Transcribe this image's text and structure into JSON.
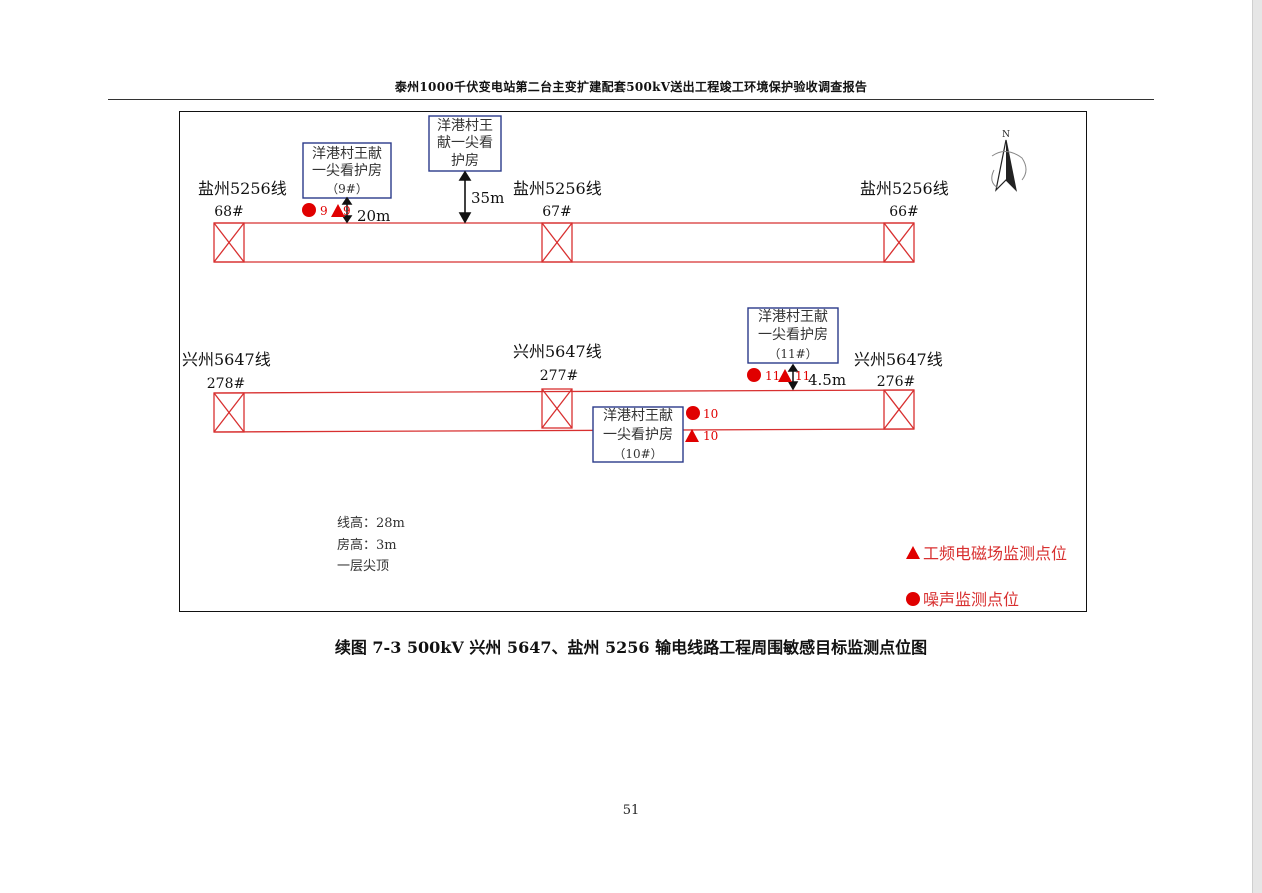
{
  "header": {
    "title": "泰州1000千伏变电站第二台主变扩建配套500kV送出工程竣工环境保护验收调查报告"
  },
  "figure": {
    "lines": {
      "yanzhou": {
        "towers": [
          {
            "line": "盐州5256线",
            "number": "68#"
          },
          {
            "line": "盐州5256线",
            "number": "67#"
          },
          {
            "line": "盐州5256线",
            "number": "66#"
          }
        ]
      },
      "xingzhou": {
        "towers": [
          {
            "line": "兴州5647线",
            "number": "278#"
          },
          {
            "line": "兴州5647线",
            "number": "277#"
          },
          {
            "line": "兴州5647线",
            "number": "276#"
          }
        ]
      }
    },
    "houses": [
      {
        "name_line1": "洋港村王献",
        "name_line2": "一尖看护房",
        "id": "（9#）"
      },
      {
        "name_line1": "洋港村王",
        "name_line2": "献一尖看",
        "name_line3": "护房"
      },
      {
        "name_line1": "洋港村王献",
        "name_line2": "一尖看护房",
        "id": "（11#）"
      },
      {
        "name_line1": "洋港村王献",
        "name_line2": "一尖看护房",
        "id": "（10#）"
      }
    ],
    "distances": {
      "d1": "20m",
      "d2": "35m",
      "d3": "4.5m"
    },
    "points": {
      "p9_noise": "9",
      "p9_field": "9",
      "p11_noise": "11",
      "p11_field": "11",
      "p10_noise": "10",
      "p10_field": "10"
    },
    "notes": {
      "line_height": "线高：28m",
      "house_height": "房高：3m",
      "house_type": "一层尖顶"
    },
    "legend": {
      "field": "工频电磁场监测点位",
      "noise": "噪声监测点位"
    },
    "north_label": "N",
    "colors": {
      "marker": "#e00000",
      "route": "#d83030",
      "box": "#2a3a8a"
    }
  },
  "caption": "续图 7-3    500kV 兴州 5647、盐州 5256 输电线路工程周围敏感目标监测点位图",
  "page_number": "51"
}
